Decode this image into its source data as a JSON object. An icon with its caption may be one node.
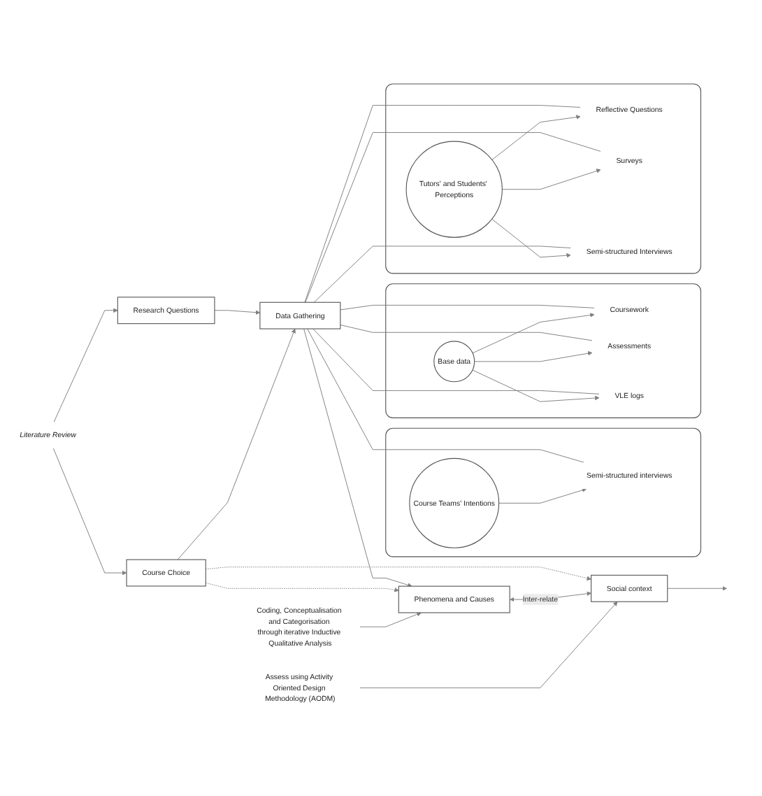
{
  "diagram": {
    "nodes": [
      {
        "text": [
          "Literature Review"
        ]
      },
      {
        "text": [
          "Research Questions"
        ]
      },
      {
        "text": [
          "Course Choice"
        ]
      },
      {
        "text": [
          "Data Gathering"
        ]
      },
      {
        "text": [],
        "shape": "box"
      },
      {
        "text": [
          "Semi-structured interviews"
        ],
        "in": 4
      },
      {
        "text": [
          "Course Teams' Intentions"
        ],
        "in": 4
      },
      {
        "text": [],
        "shape": "box"
      },
      {
        "text": [
          "Coursework"
        ],
        "in": 7
      },
      {
        "text": [
          "Assessments"
        ],
        "in": 7
      },
      {
        "text": [
          "VLE logs"
        ],
        "in": 7
      },
      {
        "text": [
          "Base data"
        ],
        "in": 7
      },
      {
        "text": [],
        "shape": "box"
      },
      {
        "text": [
          "Reflective Questions"
        ],
        "in": 12
      },
      {
        "text": [
          "Surveys"
        ],
        "in": 12
      },
      {
        "text": [
          "Semi-structured Interviews"
        ],
        "in": 12
      },
      {
        "text": [
          "Tutors' and Students' Perceptions"
        ],
        "in": 12
      },
      {
        "text": [
          "Phenomena and Causes"
        ]
      },
      {
        "text": [
          "Social context"
        ]
      },
      {
        "text": [
          "Coding, Conceptualisation and Categorisation through iterative Inductive Qualitative Analysis"
        ]
      },
      {
        "text": [
          "Assess using Activity Oriented Design Methodology (AODM)"
        ]
      }
    ],
    "edges": [
      {
        "from": 0,
        "to": 1,
        "arrow": "to"
      },
      {
        "from": 0,
        "to": 2,
        "arrow": "to"
      },
      {
        "from": 1,
        "to": 3,
        "arrow": "to"
      },
      {
        "from": 2,
        "to": 3,
        "arrow": "to"
      },
      {
        "from": 3,
        "to": 5,
        "arrow": "none"
      },
      {
        "from": 3,
        "to": 8,
        "arrow": "none"
      },
      {
        "from": 3,
        "to": 9,
        "arrow": "none"
      },
      {
        "from": 3,
        "to": 10,
        "arrow": "none"
      },
      {
        "from": 3,
        "to": 13,
        "arrow": "none"
      },
      {
        "from": 3,
        "to": 14,
        "arrow": "none"
      },
      {
        "from": 3,
        "to": 15,
        "arrow": "none"
      },
      {
        "from": 6,
        "to": 5,
        "arrow": "to"
      },
      {
        "from": 11,
        "to": 8,
        "arrow": "to"
      },
      {
        "from": 11,
        "to": 9,
        "arrow": "to"
      },
      {
        "from": 11,
        "to": 10,
        "arrow": "to"
      },
      {
        "from": 16,
        "to": 13,
        "arrow": "to"
      },
      {
        "from": 16,
        "to": 14,
        "arrow": "to"
      },
      {
        "from": 16,
        "to": 15,
        "arrow": "to"
      },
      {
        "from": 3,
        "to": 17,
        "arrow": "to"
      },
      {
        "from": 2,
        "to": 17,
        "arrow": "to",
        "style": "dashed"
      },
      {
        "from": 2,
        "to": 18,
        "arrow": "to",
        "style": "dashed"
      },
      {
        "from": 17,
        "to": 18,
        "arrow": "both",
        "label": "Inter-relate"
      },
      {
        "from": 19,
        "to": 17,
        "arrow": "to"
      },
      {
        "from": 20,
        "to": 18,
        "arrow": "to"
      },
      {
        "from": 18,
        "to": null,
        "arrow": "to"
      }
    ]
  }
}
